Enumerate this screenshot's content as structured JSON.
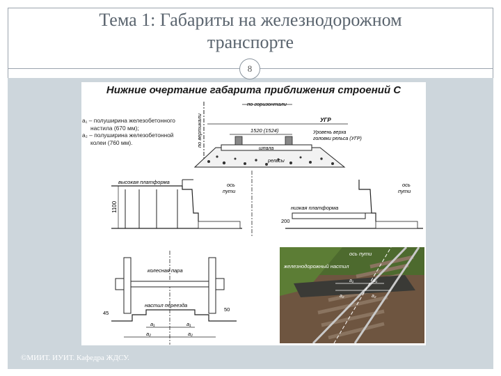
{
  "slide": {
    "title_line1": "Тема 1: Габариты на железнодорожном",
    "title_line2": "транспорте",
    "page_number": "8",
    "footer": "©МИИТ. ИУИТ. Кафедра ЖДСУ."
  },
  "figure": {
    "heading": "Нижние очертание габарита приближения строений С",
    "notes": [
      "a₁ – полуширина железобетонного",
      "настила (670 мм);",
      "a₂ – полуширина железобетонной",
      "колеи (760 мм)."
    ],
    "track_section": {
      "horizontal_label": "по горизонтали",
      "vertical_label": "по вертикали",
      "ugr_label": "УГР",
      "gauge_label": "1520 (1524)",
      "ugr_note_line1": "Уровень верха",
      "ugr_note_line2": "головки рельса (УГР)",
      "sleeper_label": "шпала",
      "ballast_label": "рельсы"
    },
    "high_platform": {
      "label": "высокая платформа",
      "height_label": "1100",
      "axis_label_line1": "ось",
      "axis_label_line2": "пути"
    },
    "low_platform": {
      "label": "низкая платформа",
      "height_label": "200",
      "axis_label_line1": "ось",
      "axis_label_line2": "пути"
    },
    "wheelset": {
      "wheelset_label": "колесная пара",
      "crossing_label": "настил переезда",
      "left_dim": "45",
      "right_dim": "50",
      "a1_left": "a₁",
      "a1_right": "a₁",
      "a2_left": "a₂",
      "a2_right": "a₂"
    },
    "photo": {
      "axis_label": "ось пути",
      "deck_label": "железнодорожный настил",
      "a1_left": "a₁",
      "a1_right": "a₁",
      "a2_left": "a₂",
      "a2_right": "a₂"
    }
  },
  "colors": {
    "panel": "#cdd6dc",
    "title_text": "#5a646e"
  }
}
